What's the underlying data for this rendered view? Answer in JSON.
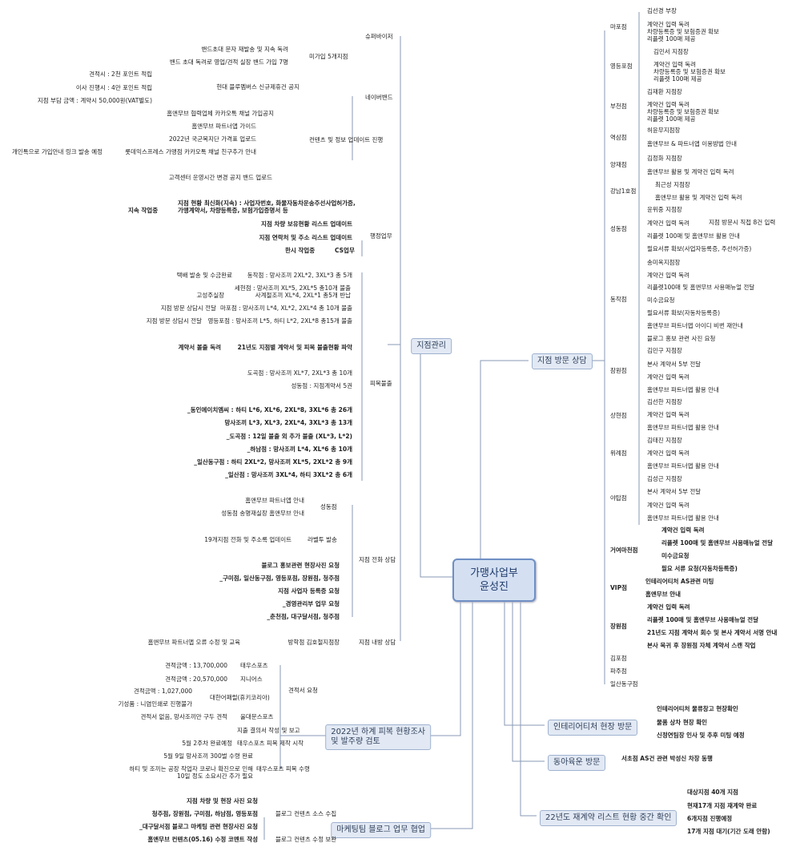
{
  "center": {
    "line1": "가맹사업부",
    "line2": "윤성진"
  },
  "right": {
    "branch_consult": "지점 방문 상담",
    "branches": [
      {
        "name": "마포점",
        "items": [
          "김선경 부장",
          "계약건 입력 독려",
          "차량등록증 및 보험증권 확보",
          "리플렛 100매 제공"
        ]
      },
      {
        "name": "영등포점",
        "items": [
          "김민서 지점장",
          "계약건 입력 독려",
          "차량등록증 및 보험증권 확보",
          "리플렛 100매 제공"
        ]
      },
      {
        "name": "부천점",
        "items": [
          "김재환 지점장",
          "계약건 입력 독려",
          "차량등록증 및 보험증권 확보",
          "리플렛 100매 제공"
        ]
      },
      {
        "name": "역삼점",
        "items": [
          "허윤무지점장",
          "홈앤무브 & 파트너앱 이용방법 안내"
        ]
      },
      {
        "name": "양재점",
        "items": [
          "김정화 지점장",
          "홈앤무브 활용 및 계약건 입력 독려"
        ]
      },
      {
        "name": "강남1호점",
        "items": [
          "최근성 지점장",
          "홈앤무브 활용 및 계약건 입력 독려"
        ]
      },
      {
        "name": "성동점",
        "items": [
          "윤위중 지점장",
          "계약건 입력 독려",
          "지점 방문시 직접 8건 입력",
          "리플렛 100매 및 홈앤무브 활용 안내",
          "필요서류 확보(사업자등록증, 주선허가증)"
        ]
      },
      {
        "name": "동작점",
        "items": [
          "송미옥지점장",
          "계약건 입력 독려",
          "리플렛100매 및 홈앤무브 사용매뉴얼 전달",
          "미수금요청",
          "필요서류 확보(자동차등록증)",
          "홈앤무브 파트너앱 아이디 비번 재안내",
          "블로그 홍보 관련 사진 요청"
        ]
      },
      {
        "name": "잠원점",
        "items": [
          "김민구 지점장",
          "본사 계약서 5부 전달",
          "계약건 입력 독려",
          "홈앤무브 파트너앱 활용 안내"
        ]
      },
      {
        "name": "상현점",
        "items": [
          "김선한 지점장",
          "계약건 입력 독려",
          "홈앤무브 파트너앱 활용 안내"
        ]
      },
      {
        "name": "위례점",
        "items": [
          "김태진 지점장",
          "계약건 입력 독려",
          "홈앤무브 파트너앱 활용 안내"
        ]
      },
      {
        "name": "야탑점",
        "items": [
          "김성근 지점장",
          "본사 계약서 5부 전달",
          "계약건 입력 독려",
          "홈앤무브 파트너앱 활용 안내"
        ]
      },
      {
        "name": "거여마천점",
        "items": [
          "계약건 입력 독려",
          "리플렛 100매 및 홈앤무브 사용매뉴얼 전달",
          "미수금요청",
          "필요 서류 요청(자동차등록증)"
        ]
      },
      {
        "name": "VIP점",
        "items": [
          "인테리어티처 AS관련 미팅",
          "홈앤무브 안내"
        ]
      },
      {
        "name": "장원점",
        "items": [
          "계약건 입력 독려",
          "리플렛 100매 및 홈앤무브 사용매뉴얼 전달",
          "21년도 지점 계약서 회수 및 본사 계약서 서명 안내",
          "본사 목귀 후 장원점 자체 계약서 스캔 작업"
        ]
      },
      {
        "name": "김포점",
        "items": []
      },
      {
        "name": "파주점",
        "items": []
      },
      {
        "name": "일산동구점",
        "items": []
      }
    ],
    "interior": {
      "label": "인테리어티처 현장 방문",
      "items": [
        "인테리어티처 물류창고 현장확인",
        "물품 상차 현장 확인",
        "신정연팀장 인사 및 추후 미팅 예정"
      ]
    },
    "dongah": {
      "label": "동아육운 방문",
      "items": [
        "서초점 AS건 관련 박성신 차장 동행"
      ]
    },
    "renewal": {
      "label": "22년도 재계약 리스트 현황 중간 확인",
      "items": [
        "대상지점 40개 지점",
        "현재17개 지점 재계약 완료",
        "6개지점 진행예정",
        "17개 지점 대기(기간 도래 안함)"
      ]
    }
  },
  "left": {
    "branch_mgmt": "지점관리",
    "supervisor": "슈퍼바이저",
    "naver_band": "네이버밴드",
    "unjoined": "미가입 5개지점",
    "band_items": [
      "밴드초대 문자 재발송 및 지속 독려",
      "밴드 초대 독려로 영업/견적 실장 밴드 가입 7명"
    ],
    "contents_update": "컨텐츠 및 정보 업데이트 진행",
    "hyundai": "현대 블루멤버스 신규제휴건 공지",
    "hyundai_sub": [
      "견적시 : 2천 포인트 적립",
      "이사 진행시 : 4만 포인트 적립",
      "지점 부담 금액 : 계약시 50,000원(VAT별도)"
    ],
    "content_items": [
      "홈앤무브 협력업체 카카오톡 채널 가입공지",
      "홈앤무브 파트너앱 가이드",
      "2022년 국군복지단 가격표 업로드",
      "롯데익스프레스 가맹점 카카오톡 채널 친구추가 안내",
      "고객센터 운영시간 변경 공지 밴드 업로드"
    ],
    "kakao_note": "개인톡으로 가입안내 링크 발송 예정",
    "admin": "행정업무",
    "admin_items": [
      "지점 현황 최신화(지속) : 사업자번호, 화물자동차운송주선사업허가증, 가맹계약서, 차량등록증, 보험가입증명서 등",
      "지점 차량 보유현황 리스트 업데이트",
      "지점 연락처 및 주소 리스트 업데이트",
      "CS업무"
    ],
    "ongoing": "지속 작업중",
    "anytime": "한시 작업중",
    "supplies": "피복불출",
    "supply_items": [
      "택배 발송 및 수금완료",
      "동작점 : 망사조끼 2XL*2, 3XL*3 총 5개",
      "세현점 : 망사조끼 XL*5, 2XL*5 총10개 불출",
      "사계절조끼 XL*4, 2XL*1 총5개 반납",
      "고성주실장",
      "마포점 : 망사조끼 L*4, XL*2, 2XL*4 총 10개 불출",
      "지점 방문 상담시 전달",
      "영등포점 : 망사조끼 L*5, 하티 L*2, 2XL*8 총15개 불출",
      "지점 방문 상담시 전달",
      "21년도 지점별 계약서 및 피복 불출현황 파악",
      "계약서 볼출 독려",
      "도곡점 : 망사조끼 XL*7, 2XL*3 총 10개",
      "성동점 : 지점계약서 5권",
      "_동인에이치엠씨 : 하티 L*6, XL*6, 2XL*8, 3XL*6 총 26개",
      "망사조끼 L*3, XL*3, 2XL*4, 3XL*3 총 13개",
      "_도곡점 : 12일 불출 외 추가 불출 (XL*3, L*2)",
      "_하남점 : 망사조끼 L*4, XL*6 총 10개",
      "_일산동구점 : 하티 2XL*2, 망사조끼 XL*5, 2XL*2 총 9개",
      "_일산점 : 망사조끼 3XL*4, 하티 3XL*2 총 6개"
    ],
    "phone": "지점 전화 상담",
    "seongdong": "성동점",
    "phone_items": [
      "홈앤무브 파트너앱 안내",
      "성동점 송명재실장 홈앤무브 안내",
      "라벨투 발송",
      "19개지점 전화 및 주소록 업데이트",
      "블로그 홍보관련 현장사진 요청",
      "_구미점, 일산동구점, 영등포점, 장원점, 청주점",
      "지점 사업자 등록증 요청",
      "_경영관리부 업무 요청",
      "_춘천점, 대구달서점, 청주점"
    ],
    "internal": "지점 내방 상담",
    "internal_items": [
      "방학점 김호철지점장",
      "홈앤무브 파트너앱 오류 수정 및 교육"
    ],
    "survey": {
      "line1": "2022년 하계 피복 현황조사",
      "line2": "및 발주량 검토"
    },
    "quote_req": "견적서 요청",
    "quote_items": [
      "태우스포츠",
      "견적금액 : 13,700,000",
      "지니어스",
      "견적금액 : 20,570,000",
      "대한어패럴(휴키코리아)",
      "견적금액 : 1,027,000",
      "기성품 : 니염인쇄로 진행불가",
      "울대문스포츠",
      "견적서 없음, 망사조끼만 구두 견적",
      "지출 결의서 작성 및 보고",
      "태우스포츠 피복 제작 시작",
      "5월 2주차 완료예정",
      "태우스포츠 피복 수령",
      "5월 9일 망사조끼 300벌 수령 완료",
      "하티 및 조끼는 공장 작업자 코로나 확진으로 인해",
      "10일 정도 소요시간 추가 필요"
    ],
    "marketing": "마케팅팀 블로그 업무 협업",
    "blog_source": "블로그 컨텐츠 소스 수집",
    "blog_items": [
      "지점 차량 및 현장 사진 요청",
      "청주점, 장원점, 구미점, 하남점, 영등포점",
      "_대구달서점 블로그 마케팅 관련 현장사진 요청"
    ],
    "blog_fix": "블로그 컨텐츠 수정 보완",
    "blog_fix_item": "홈앤무브 컨텐츠(05.16) 수정 코멘트 작성"
  }
}
